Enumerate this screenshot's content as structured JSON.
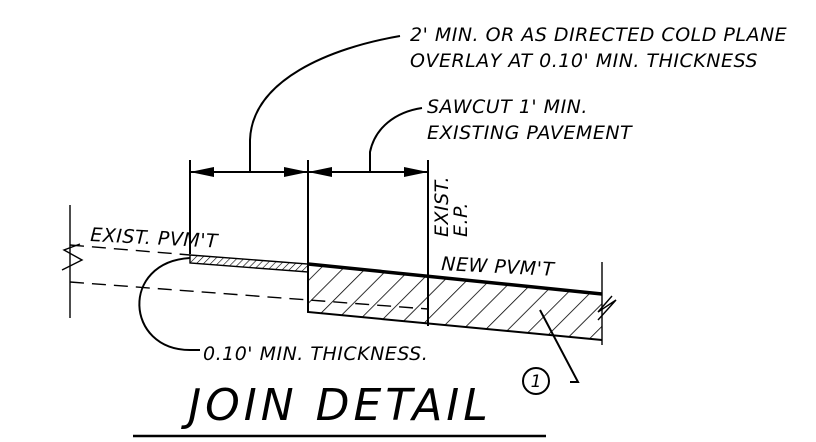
{
  "notes": {
    "cold_plane_line1": "2' MIN. OR AS DIRECTED COLD PLANE",
    "cold_plane_line2": "OVERLAY AT 0.10' MIN. THICKNESS",
    "sawcut_line1": "SAWCUT 1' MIN.",
    "sawcut_line2": "EXISTING PAVEMENT",
    "exist_ep_line1": "EXIST.",
    "exist_ep_line2": "E.P.",
    "exist_pvmt": "EXIST. PVM'T",
    "new_pvmt": "NEW PVM'T",
    "min_thickness": "0.10' MIN. THICKNESS."
  },
  "title": "JOIN DETAIL",
  "detail_tag": "1"
}
